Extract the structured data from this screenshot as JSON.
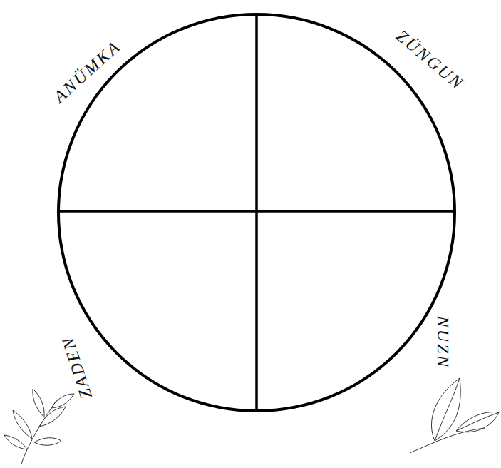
{
  "diagram": {
    "labels": [
      "ANÜMKA",
      "ZÜNGUN",
      "ZADEN",
      "NUZN"
    ]
  }
}
